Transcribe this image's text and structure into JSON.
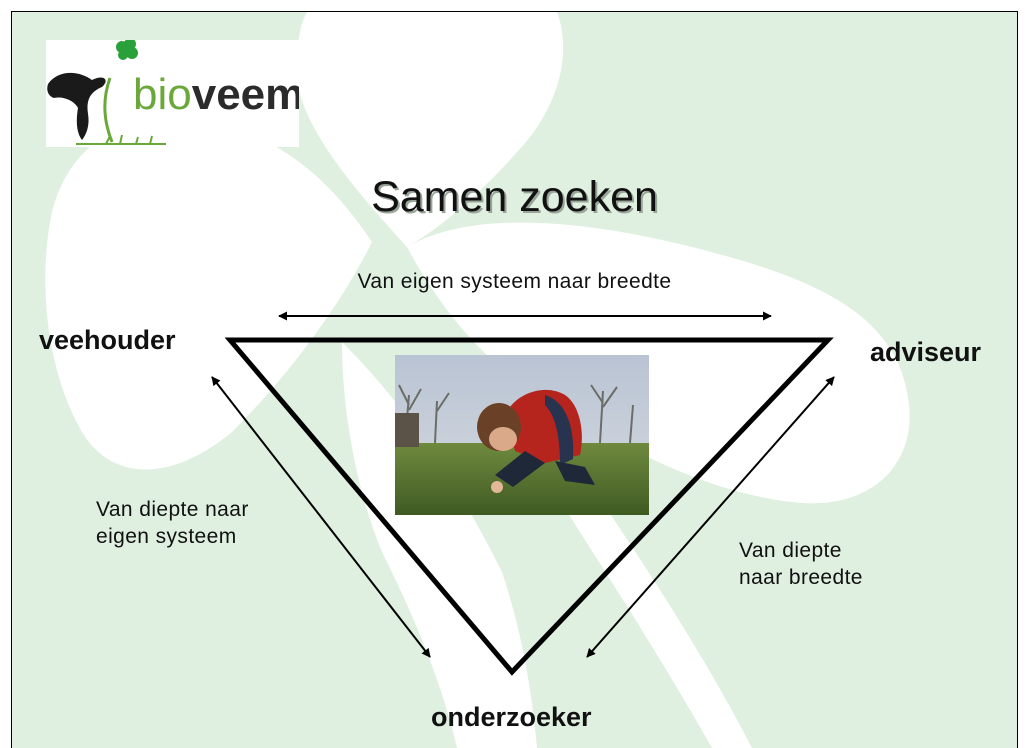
{
  "logo": {
    "part1": "bio",
    "part2": "veem"
  },
  "title": "Samen zoeken",
  "nodes": {
    "top_left": "veehouder",
    "top_right": "adviseur",
    "bottom": "onderzoeker"
  },
  "edges": {
    "top": "Van eigen systeem naar breedte",
    "left": [
      "Van diepte naar",
      "eigen systeem"
    ],
    "right": [
      "Van diepte",
      "naar breedte"
    ]
  },
  "colors": {
    "background": "#dff0e0",
    "shape": "#ffffff",
    "logo_green": "#6aa83a",
    "line": "#000000"
  },
  "photo": {
    "subject": "child crouching on grass examining the ground",
    "icon": "photo-icon"
  }
}
